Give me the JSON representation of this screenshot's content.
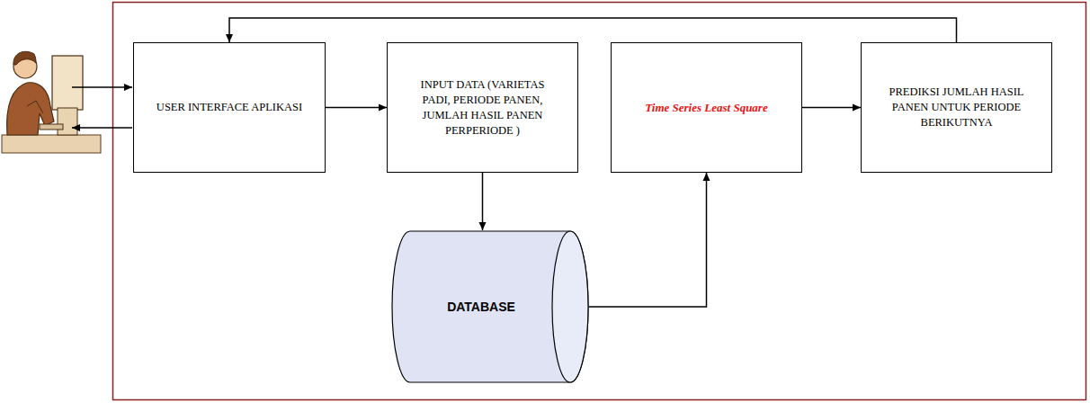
{
  "diagram": {
    "nodes": [
      {
        "text": [
          "USER INTERFACE APLIKASI"
        ]
      },
      {
        "text": [
          "INPUT DATA (VARIETAS PADI, PERIODE PANEN, JUMLAH HASIL PANEN PERPERIODE )"
        ]
      },
      {
        "text": [
          "Time Series Least Square"
        ]
      },
      {
        "text": [
          "PREDIKSI JUMLAH HASIL PANEN UNTUK PERIODE BERIKUTNYA"
        ]
      },
      {
        "text": [
          "DATABASE"
        ]
      }
    ],
    "edges": [
      {
        "from": 0,
        "to": 1,
        "arrow": "to"
      },
      {
        "from": 1,
        "to": 4,
        "arrow": "to"
      },
      {
        "from": 4,
        "to": 2,
        "arrow": "to"
      },
      {
        "from": 2,
        "to": 3,
        "arrow": "to"
      },
      {
        "from": 3,
        "to": 0,
        "arrow": "to"
      }
    ]
  }
}
